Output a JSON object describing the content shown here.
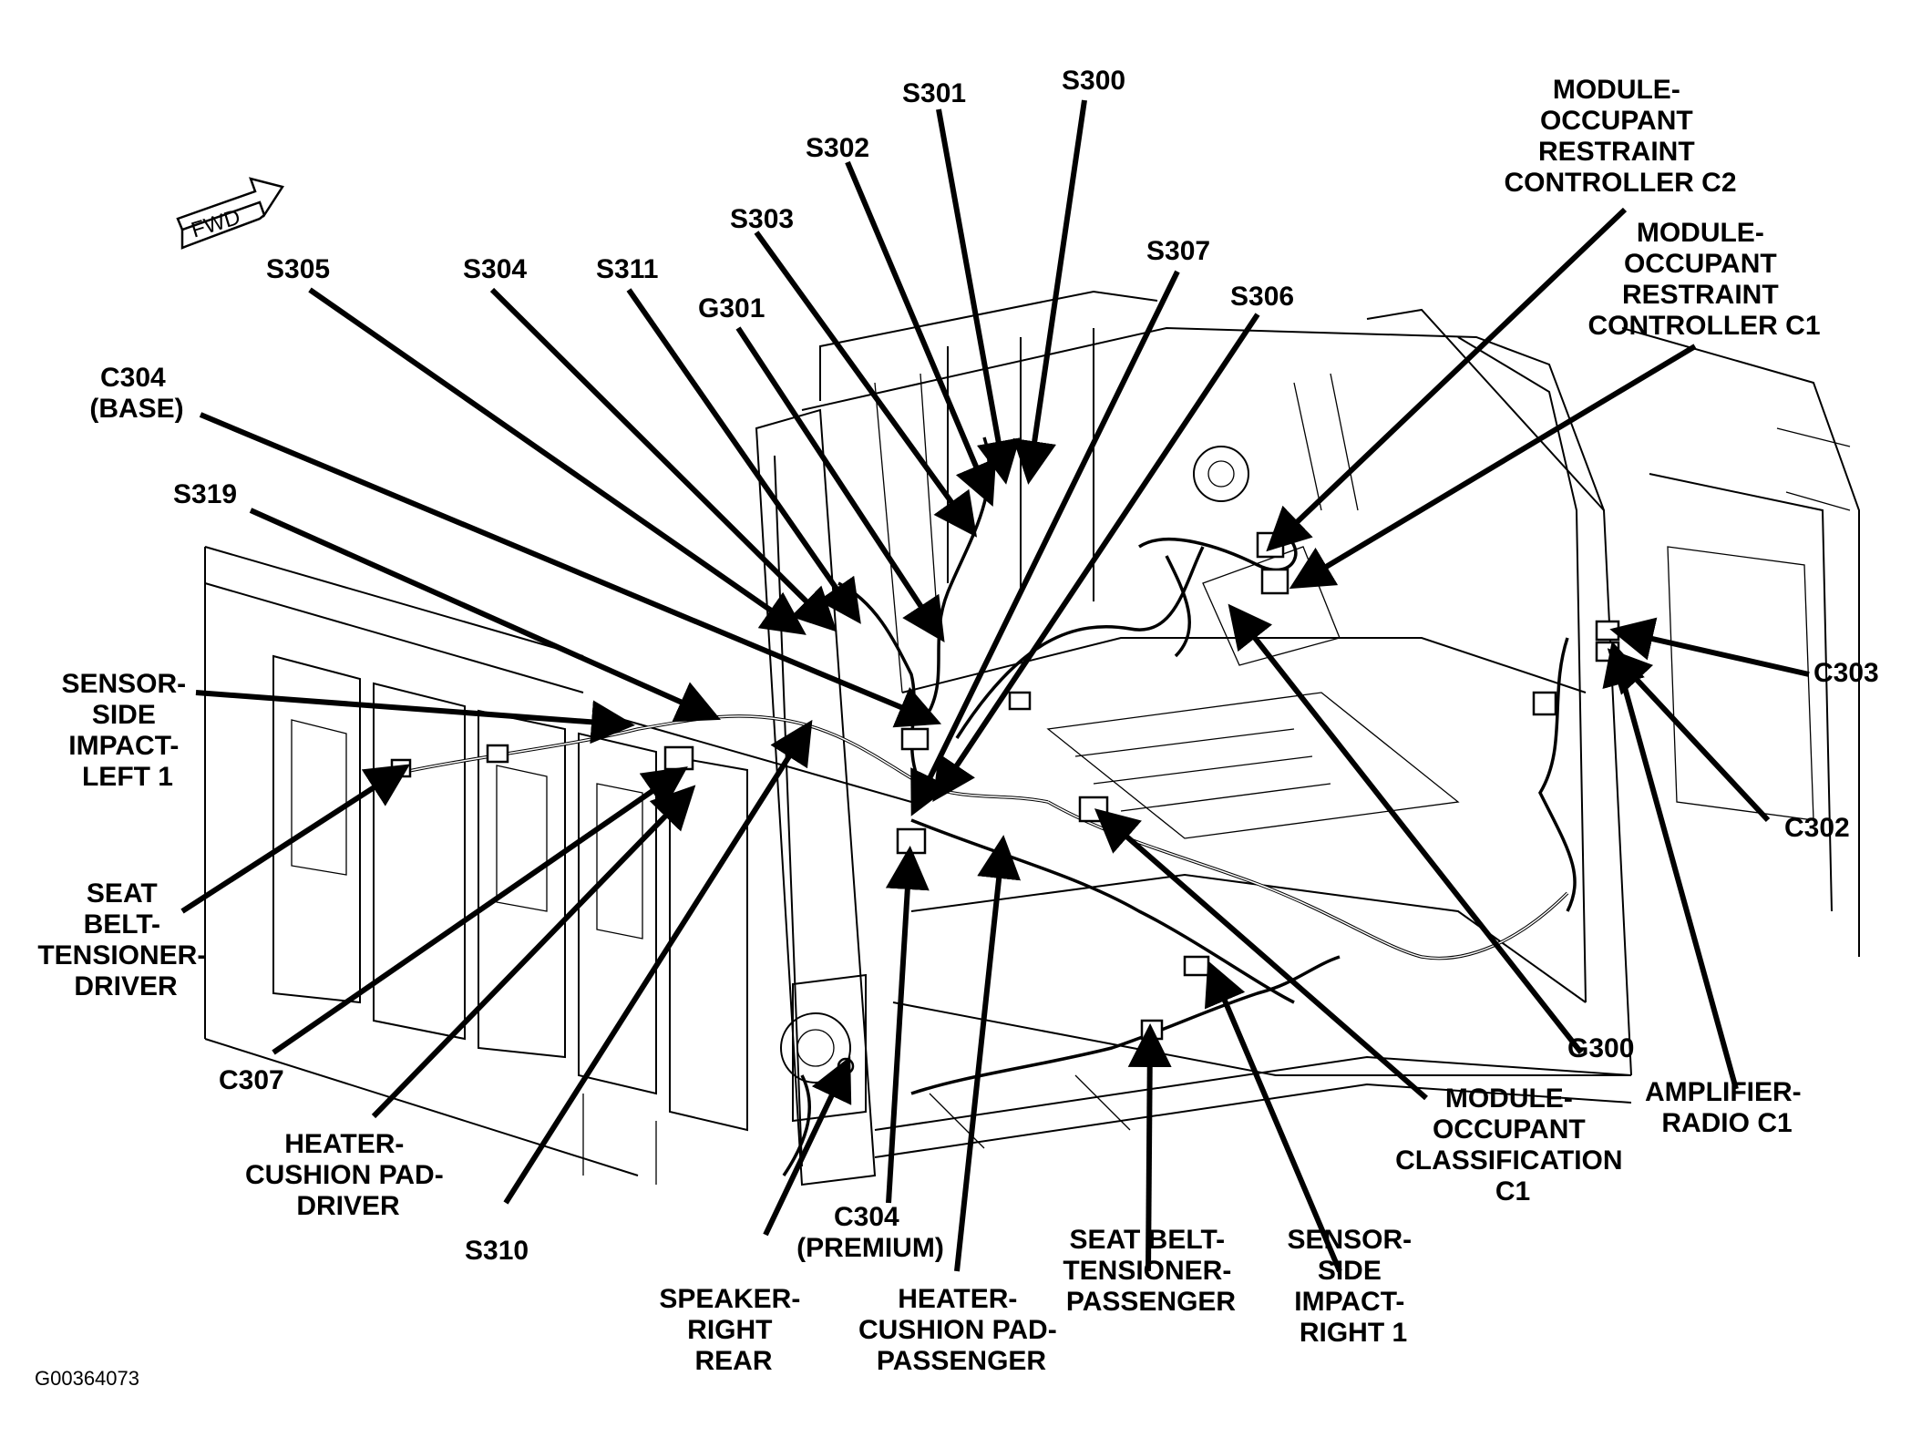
{
  "diagram": {
    "orientation_arrow": "FWD",
    "figure_code": "G00364073",
    "labels": {
      "s301": "S301",
      "s300": "S300",
      "s302": "S302",
      "s303": "S303",
      "s305": "S305",
      "s304": "S304",
      "s311": "S311",
      "g301": "G301",
      "s307": "S307",
      "s306": "S306",
      "c304_base": [
        "C304",
        "(BASE)"
      ],
      "s319": "S319",
      "sensor_left": [
        "SENSOR-",
        "SIDE",
        "IMPACT-",
        "LEFT 1"
      ],
      "seat_belt_driver": [
        "SEAT",
        "BELT-",
        "TENSIONER-",
        "DRIVER"
      ],
      "c307": "C307",
      "heater_driver": [
        "HEATER-",
        "CUSHION PAD-",
        "DRIVER"
      ],
      "s310": "S310",
      "speaker_rear": [
        "SPEAKER-",
        "RIGHT",
        "REAR"
      ],
      "c304_premium": [
        "C304",
        "(PREMIUM)"
      ],
      "heater_passenger": [
        "HEATER-",
        "CUSHION PAD-",
        "PASSENGER"
      ],
      "seat_belt_passenger": [
        "SEAT BELT-",
        "TENSIONER-",
        "PASSENGER"
      ],
      "sensor_right": [
        "SENSOR-",
        "SIDE",
        "IMPACT-",
        "RIGHT 1"
      ],
      "classification": [
        "MODULE-",
        "OCCUPANT",
        "CLASSIFICATION",
        "C1"
      ],
      "g300": "G300",
      "amplifier": [
        "AMPLIFIER-",
        "RADIO C1"
      ],
      "c302": "C302",
      "c303": "C303",
      "orc_c2": [
        "MODULE-",
        "OCCUPANT",
        "RESTRAINT",
        "CONTROLLER C2"
      ],
      "orc_c1": [
        "MODULE-",
        "OCCUPANT",
        "RESTRAINT",
        "CONTROLLER C1"
      ]
    }
  }
}
